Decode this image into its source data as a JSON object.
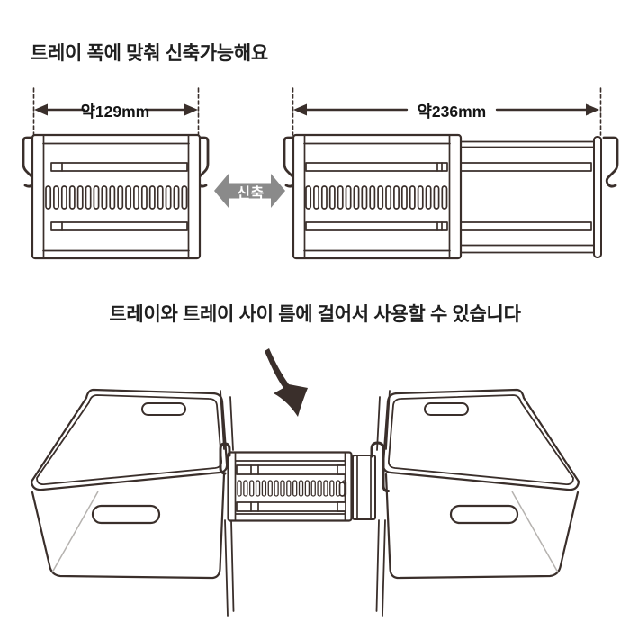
{
  "colors": {
    "line": "#3a2f2b",
    "stretch_badge_bg": "#8a8a8a",
    "stretch_badge_fg": "#ffffff",
    "seam": "#b5b2af",
    "text": "#1f1f1f"
  },
  "expand_section": {
    "title": "트레이 폭에 맞춰 신축가능해요",
    "compressed_tray": {
      "dimension_label": "약129mm"
    },
    "extended_tray": {
      "dimension_label": "약236mm"
    },
    "stretch_arrow_label": "신축"
  },
  "usage_section": {
    "caption": "트레이와 트레이 사이 틈에 걸어서 사용할 수 있습니다"
  },
  "icons": {
    "stretch_arrow": "double-headed-horizontal-arrow",
    "usage_pointer": "curved-brush-down-arrow",
    "dimension_arrows": "left-right-extent-arrows"
  }
}
